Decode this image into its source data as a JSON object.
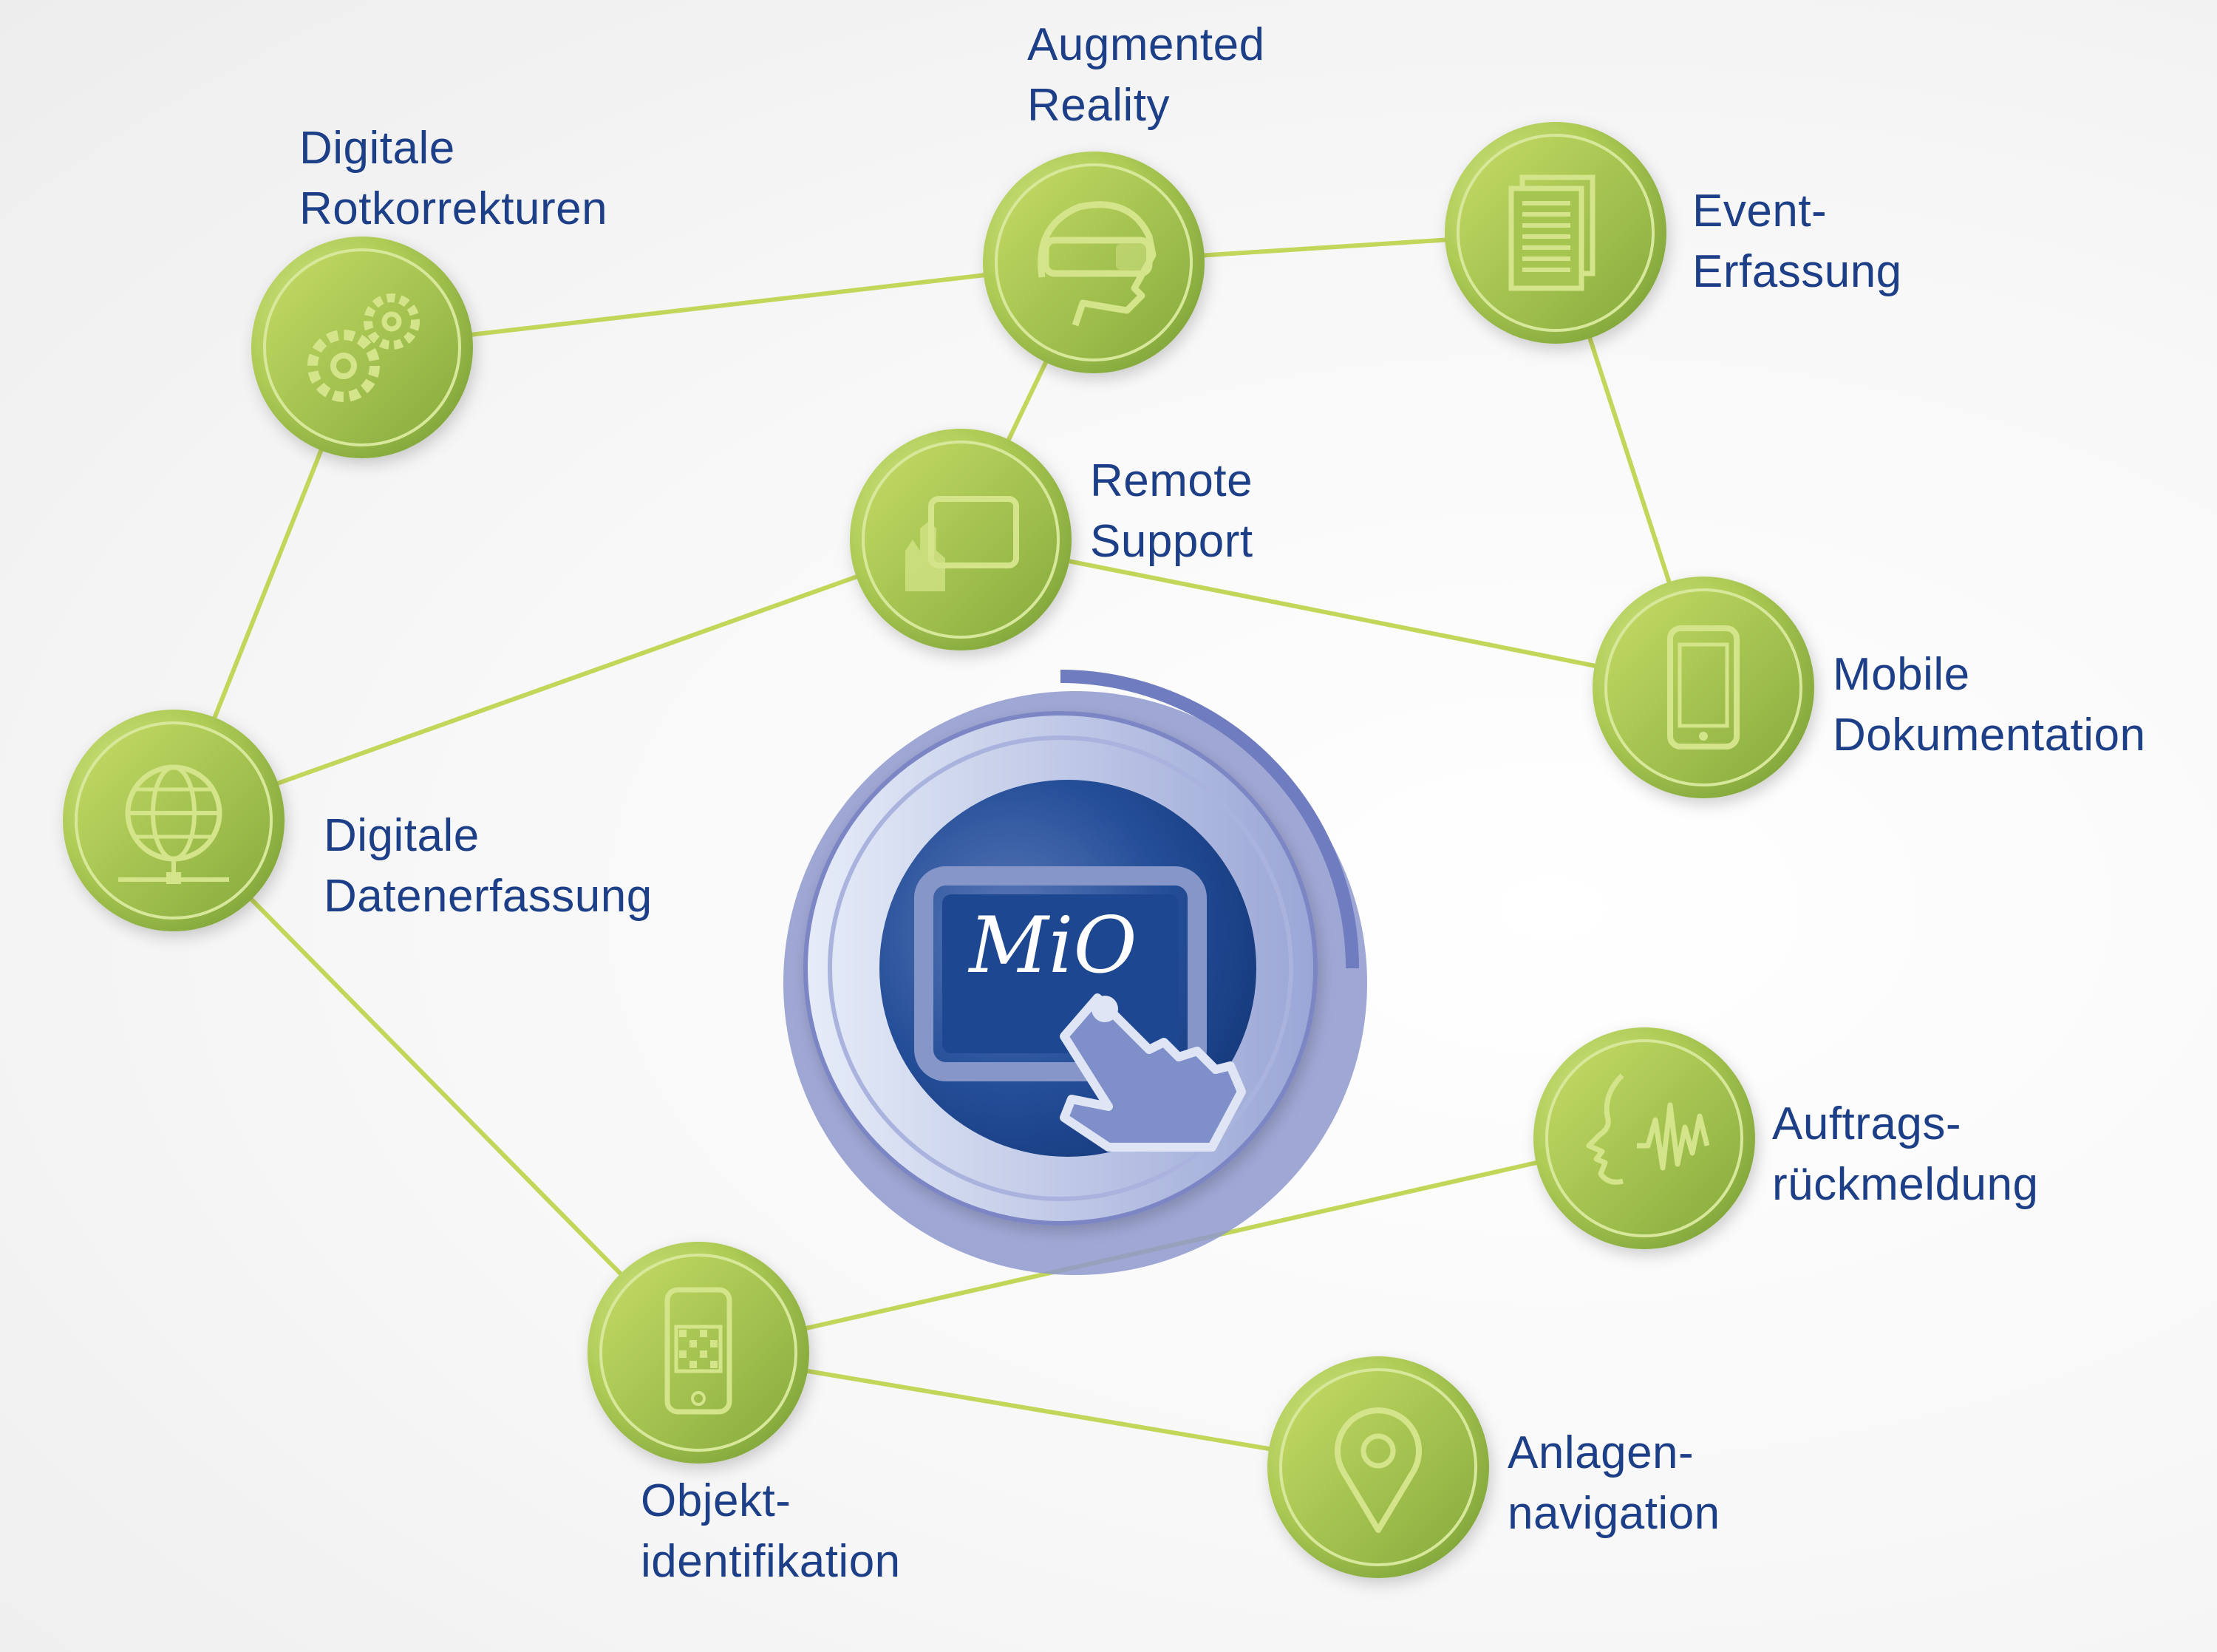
{
  "center": {
    "logo_text": "MiO",
    "colors": {
      "inner": "#1f4a95",
      "ring": "#8a95c8",
      "outer": "#5f6fb6"
    }
  },
  "colors": {
    "node": "#b7d45a",
    "node_dark": "#7fa43a",
    "link": "#c2d65a",
    "label": "#1d3f87"
  },
  "nodes": [
    {
      "id": "digitale-rotkorrekturen",
      "icon": "gears-icon",
      "lines": [
        "Digitale",
        "Rotkorrekturen"
      ]
    },
    {
      "id": "augmented-reality",
      "icon": "vr-headset-icon",
      "lines": [
        "Augmented",
        "Reality"
      ]
    },
    {
      "id": "event-erfassung",
      "icon": "documents-icon",
      "lines": [
        "Event-",
        "Erfassung"
      ]
    },
    {
      "id": "remote-support",
      "icon": "tablet-touch-icon",
      "lines": [
        "Remote",
        "Support"
      ]
    },
    {
      "id": "mobile-dokumentation",
      "icon": "smartphone-icon",
      "lines": [
        "Mobile",
        "Dokumentation"
      ]
    },
    {
      "id": "digitale-datenerfassung",
      "icon": "globe-network-icon",
      "lines": [
        "Digitale",
        "Datenerfassung"
      ]
    },
    {
      "id": "auftragsrueckmeldung",
      "icon": "voice-wave-icon",
      "lines": [
        "Auftrags-",
        "rückmeldung"
      ]
    },
    {
      "id": "objektidentifikation",
      "icon": "qr-phone-icon",
      "lines": [
        "Objekt-",
        "identifikation"
      ]
    },
    {
      "id": "anlagennavigation",
      "icon": "map-pin-icon",
      "lines": [
        "Anlagen-",
        "navigation"
      ]
    }
  ],
  "links": [
    [
      "digitale-rotkorrekturen",
      "augmented-reality"
    ],
    [
      "augmented-reality",
      "event-erfassung"
    ],
    [
      "augmented-reality",
      "remote-support"
    ],
    [
      "event-erfassung",
      "mobile-dokumentation"
    ],
    [
      "remote-support",
      "mobile-dokumentation"
    ],
    [
      "remote-support",
      "digitale-datenerfassung"
    ],
    [
      "digitale-rotkorrekturen",
      "digitale-datenerfassung"
    ],
    [
      "digitale-datenerfassung",
      "objektidentifikation"
    ],
    [
      "objektidentifikation",
      "auftragsrueckmeldung"
    ],
    [
      "objektidentifikation",
      "anlagennavigation"
    ]
  ]
}
